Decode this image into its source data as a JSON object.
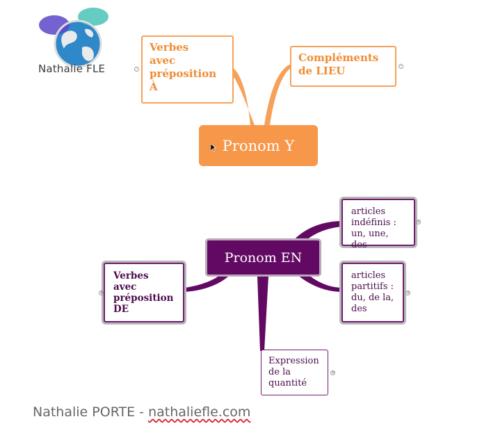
{
  "logo": {
    "text": "Nathalie FLE",
    "icon": "globe-icon"
  },
  "orange_map": {
    "center": "Pronom Y",
    "nodes": [
      {
        "id": "verbes-a",
        "label": "Verbes\navec\npréposition\n À"
      },
      {
        "id": "complements-lieu",
        "label": "Compléments\n de LIEU"
      }
    ]
  },
  "purple_map": {
    "center": "Pronom EN",
    "nodes": [
      {
        "id": "articles-indefinis",
        "label": "articles\nindéfinis :\nun, une, des"
      },
      {
        "id": "articles-partitifs",
        "label": "articles\npartitifs :\ndu, de la,\ndes"
      },
      {
        "id": "verbes-de",
        "label": "Verbes\navec\npréposition\n DE"
      },
      {
        "id": "expression-quantite",
        "label": "Expression\nde la\nquantité"
      }
    ]
  },
  "footer": {
    "author": "Nathalie PORTE - ",
    "site": "nathaliefle.com"
  },
  "colors": {
    "orange": "#f7974a",
    "purple": "#620a63"
  }
}
